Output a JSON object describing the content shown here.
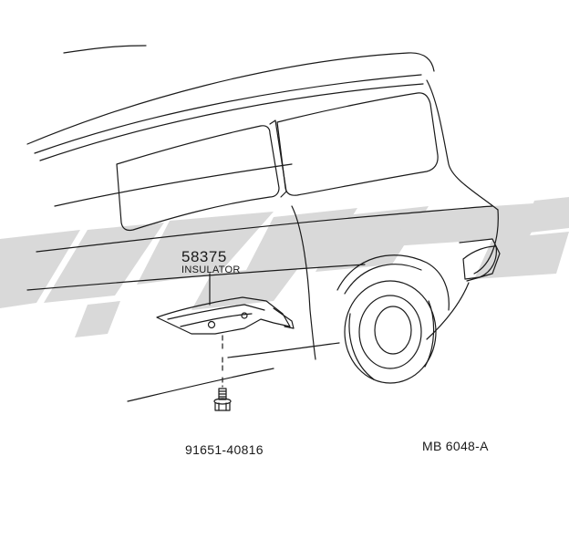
{
  "callouts": {
    "insulator_part_number": "58375",
    "insulator_label": "INSULATOR",
    "bolt_part_number": "91651-40816"
  },
  "diagram_ref": "MB 6048-A",
  "colors": {
    "line": "#1a1a1a",
    "watermark": "#d9d9d9"
  }
}
